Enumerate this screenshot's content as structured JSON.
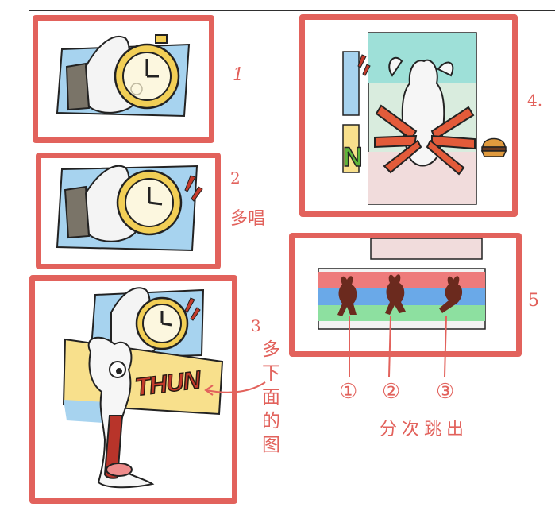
{
  "page": {
    "background": "#ffffff"
  },
  "colors": {
    "frame_red": "#e2625c",
    "sky_blue": "#a7d3ef",
    "clock_yellow": "#f2cf56",
    "thun_red": "#c43a2a",
    "rabbit_brown": "#6b2a1e"
  },
  "panels": {
    "p1": {
      "label": "1"
    },
    "p2": {
      "label": "2",
      "note": "多唱"
    },
    "p3": {
      "label": "3",
      "sound": "THUN",
      "note": "多下面的图"
    },
    "p4": {
      "label": "4.",
      "sound_partial": "N"
    },
    "p5": {
      "label": "5",
      "markers": [
        "①",
        "②",
        "③"
      ],
      "note": "分次跳出"
    }
  },
  "icons": [
    "stopwatch-icon",
    "glove-hand-icon",
    "exclamation-icon",
    "rabbit-silhouette-icon",
    "burger-icon",
    "arrow-icon"
  ]
}
